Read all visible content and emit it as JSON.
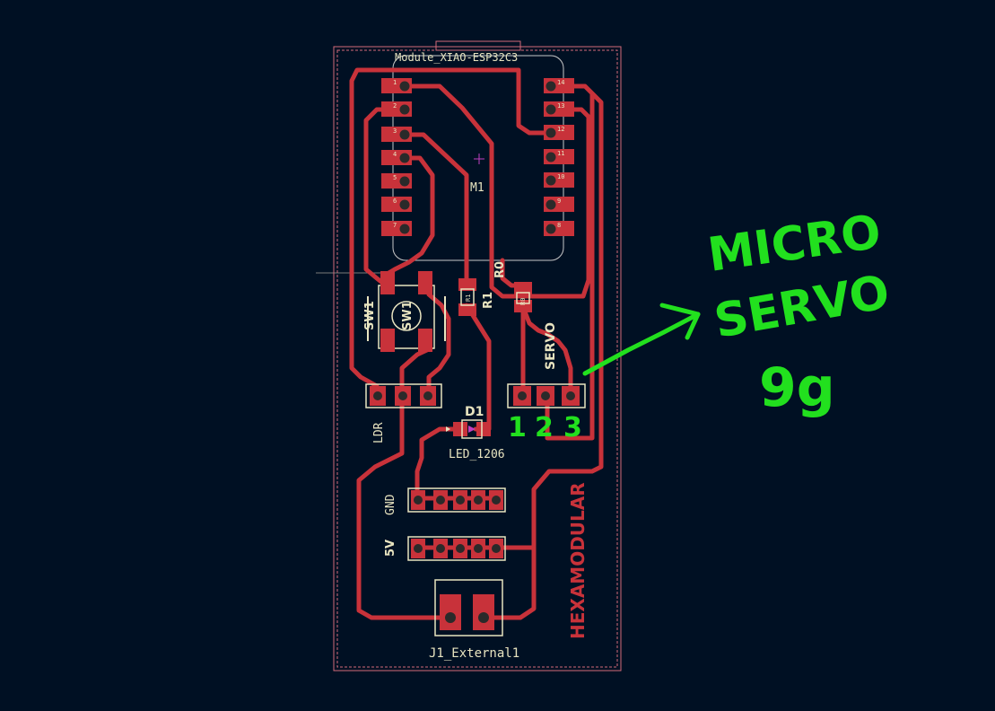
{
  "board": {
    "module_label": "Module_XIAO-ESP32C3",
    "m1_ref": "M1",
    "sw_ref": "SW1",
    "sw_ref_side": "SW1",
    "r1_ref": "R1",
    "r0_ref": "R0",
    "r1_fab": "R1",
    "r0_fab": "R0",
    "d1_ref": "D1",
    "d1_value": "LED_1206",
    "ldr_label": "LDR",
    "servo_label": "SERVO",
    "gnd_label": "GND",
    "v5_label": "5V",
    "j1_label": "J1_External1",
    "brand": "HEXAMODULAR",
    "left_pins": [
      "1",
      "2",
      "3",
      "4",
      "5",
      "6",
      "7"
    ],
    "right_pins": [
      "14",
      "13",
      "12",
      "11",
      "10",
      "9",
      "8"
    ]
  },
  "annotation": {
    "line1": "MICRO",
    "line2": "SERVO",
    "line3": "9g",
    "pin1": "1",
    "pin2": "2",
    "pin3": "3"
  },
  "colors": {
    "background": "#001023",
    "copper": "#c8323a",
    "silkscreen": "#e8e4c0",
    "edge": "#d46a7a",
    "annotation": "#22e01e"
  }
}
